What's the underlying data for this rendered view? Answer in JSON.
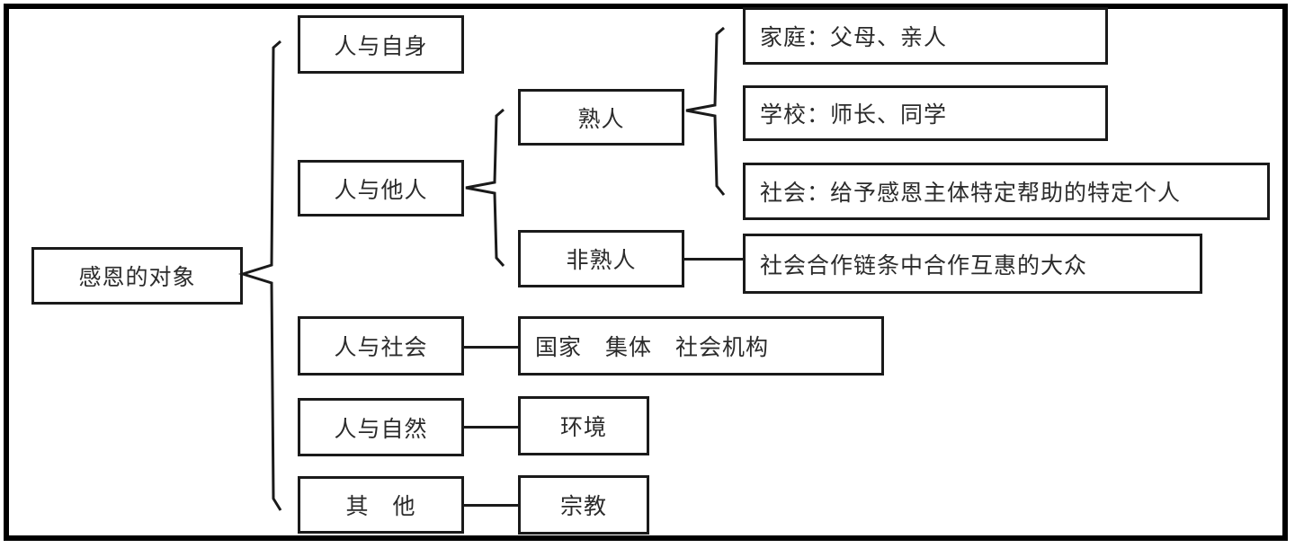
{
  "diagram": {
    "title": "感恩的对象",
    "root": {
      "label": "感恩的对象"
    },
    "branches": {
      "self": {
        "label": "人与自身"
      },
      "others": {
        "label": "人与他人"
      },
      "society": {
        "label": "人与社会"
      },
      "nature": {
        "label": "人与自然"
      },
      "other": {
        "label": "其　他"
      }
    },
    "others_children": {
      "acquaintance": {
        "label": "熟人"
      },
      "stranger": {
        "label": "非熟人"
      }
    },
    "acquaintance_children": [
      {
        "label": "家庭：父母、亲人"
      },
      {
        "label": "学校：师长、同学"
      },
      {
        "label": "社会：给予感恩主体特定帮助的特定个人"
      }
    ],
    "stranger_children": [
      {
        "label": "社会合作链条中合作互惠的大众"
      }
    ],
    "society_children": [
      {
        "label": "国家　集体　社会机构"
      }
    ],
    "nature_children": [
      {
        "label": "环境"
      }
    ],
    "other_children": [
      {
        "label": "宗教"
      }
    ],
    "colors": {
      "frame": "#000000",
      "box_border": "#1a1a1a",
      "text": "#2b2b2b",
      "background": "#ffffff"
    }
  }
}
